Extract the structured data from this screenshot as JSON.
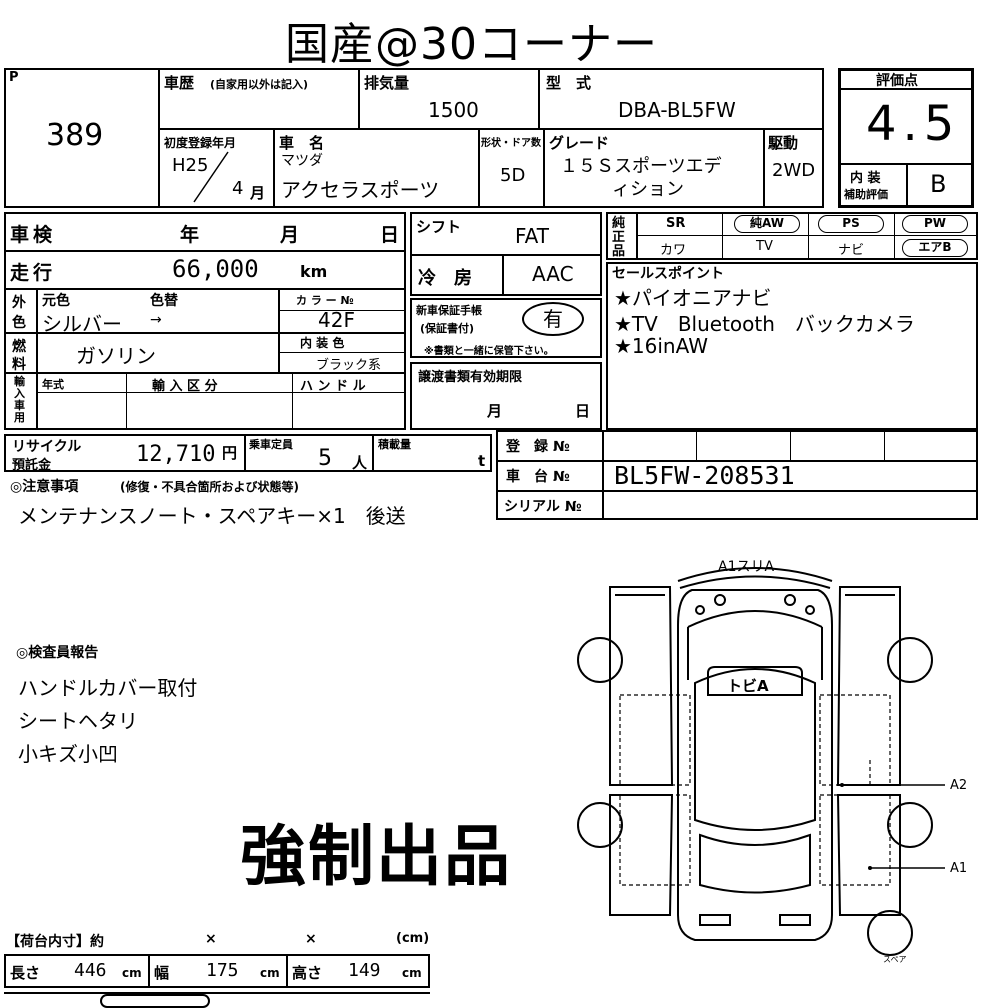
{
  "header": {
    "title": "国産@30コーナー"
  },
  "lot": {
    "marker": "P",
    "number": "389"
  },
  "history": {
    "label": "車歴",
    "sub": "(自家用以外は記入)"
  },
  "displacement": {
    "label": "排気量",
    "value": "1500"
  },
  "model": {
    "label": "型　式",
    "value": "DBA-BL5FW"
  },
  "score": {
    "label": "評価点",
    "value": "4.5",
    "interior_label_1": "内 装",
    "interior_label_2": "補助評価",
    "interior_value": "B"
  },
  "first_reg": {
    "label": "初度登録年月",
    "era": "H25",
    "month": "4",
    "month_unit": "月"
  },
  "car_name": {
    "label": "車　名",
    "maker": "マツダ",
    "name": "アクセラスポーツ"
  },
  "doors": {
    "label": "形状・ドア数",
    "value": "5D"
  },
  "grade": {
    "label": "グレード",
    "line1": "１５Ｓスポーツエデ",
    "line2": "ィション"
  },
  "drive": {
    "label": "駆動",
    "value": "2WD"
  },
  "inspection": {
    "label": "車検",
    "year": "年",
    "month": "月",
    "day": "日"
  },
  "mileage": {
    "label": "走行",
    "value": "66,000",
    "unit": "km"
  },
  "color": {
    "side_1": "外",
    "side_2": "色",
    "original_label": "元色",
    "change_label": "色替",
    "original": "シルバー",
    "arrow": "→",
    "code_label": "カ ラ ー №",
    "code": "42F",
    "interior_label": "内 装 色",
    "interior": "ブラック系"
  },
  "fuel": {
    "side_1": "燃",
    "side_2": "料",
    "value": "ガソリン"
  },
  "import": {
    "side": "輸入車用",
    "year_label": "年式",
    "class_label": "輸 入 区 分",
    "handle_label": "ハ ン ド ル"
  },
  "shift": {
    "label": "シフト",
    "value": "FAT"
  },
  "ac": {
    "label": "冷　房",
    "value": "AAC"
  },
  "warranty": {
    "label_1": "新車保証手帳",
    "label_2": "(保証書付)",
    "value": "有",
    "note": "※書類と一緒に保管下さい。"
  },
  "documents": {
    "label": "譲渡書類有効期限",
    "month": "月",
    "day": "日"
  },
  "equipment": {
    "side_1": "純",
    "side_2": "正",
    "side_3": "品",
    "row1": [
      "SR",
      "純AW",
      "PS",
      "PW"
    ],
    "row2": [
      "カワ",
      "TV",
      "ナビ",
      "エアB"
    ]
  },
  "sales": {
    "label": "セールスポイント",
    "points": [
      "★パイオニアナビ",
      "★TV　Bluetooth　バックカメラ",
      "★16inAW"
    ]
  },
  "recycle": {
    "label_1": "リサイクル",
    "label_2": "預託金",
    "value": "12,710",
    "unit": "円"
  },
  "capacity": {
    "label": "乗車定員",
    "value": "5",
    "unit": "人"
  },
  "load": {
    "label": "積載量",
    "unit": "t"
  },
  "registration": {
    "label": "登　録 №",
    "chassis_label": "車　台 №",
    "chassis": "BL5FW-208531",
    "serial_label": "シリアル №"
  },
  "notes": {
    "label": "◎注意事項",
    "sub": "(修復・不具合箇所および状態等)",
    "text": "メンテナンスノート・スペアキー×1　後送"
  },
  "inspector": {
    "label": "◎検査員報告",
    "lines": [
      "ハンドルカバー取付",
      "シートヘタリ",
      "小キズ小凹"
    ]
  },
  "forced": {
    "text": "強制出品"
  },
  "diagram": {
    "top_label": "A1スリA",
    "roof_label": "トビA",
    "a2": "A2",
    "a1": "A1",
    "spare": "スペア"
  },
  "cargo": {
    "label": "【荷台内寸】約",
    "x1": "×",
    "x2": "×",
    "unit": "(cm)",
    "length_label": "長さ",
    "length": "446",
    "width_label": "幅",
    "width": "175",
    "height_label": "高さ",
    "height": "149",
    "cm": "cm"
  }
}
